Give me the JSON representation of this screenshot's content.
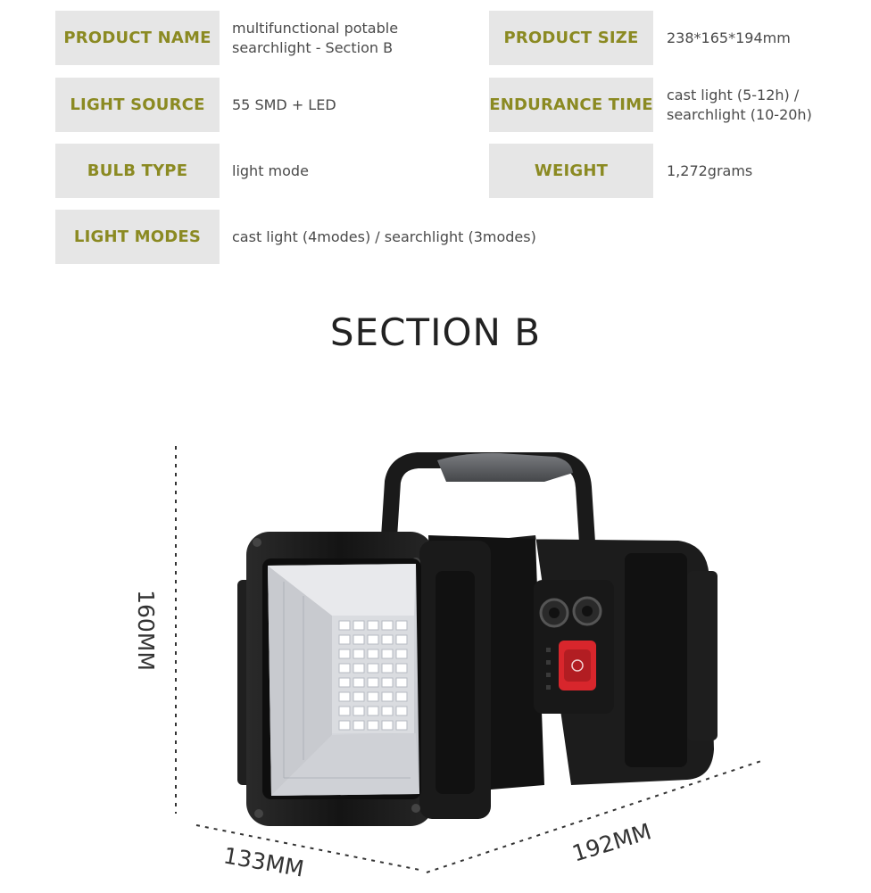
{
  "specs": {
    "product_name": {
      "label": "PRODUCT NAME",
      "value": "multifunctional potable\nsearchlight - Section B"
    },
    "product_size": {
      "label": "PRODUCT SIZE",
      "value": "238*165*194mm"
    },
    "light_source": {
      "label": "LIGHT SOURCE",
      "value": "55 SMD + LED"
    },
    "endurance_time": {
      "label": "ENDURANCE TIME",
      "value": "cast light (5-12h) /\nsearchlight (10-20h)"
    },
    "bulb_type": {
      "label": "BULB TYPE",
      "value": "light mode"
    },
    "weight": {
      "label": "WEIGHT",
      "value": "1,272grams"
    },
    "light_modes": {
      "label": "LIGHT MODES",
      "value": "cast light (4modes) / searchlight (3modes)"
    }
  },
  "section_title": "SECTION B",
  "dimensions": {
    "height": "160MM",
    "depth": "133MM",
    "width": "192MM"
  },
  "colors": {
    "label_text": "#8b8a22",
    "label_bg": "#e6e6e6",
    "button_red": "#d8262c"
  }
}
